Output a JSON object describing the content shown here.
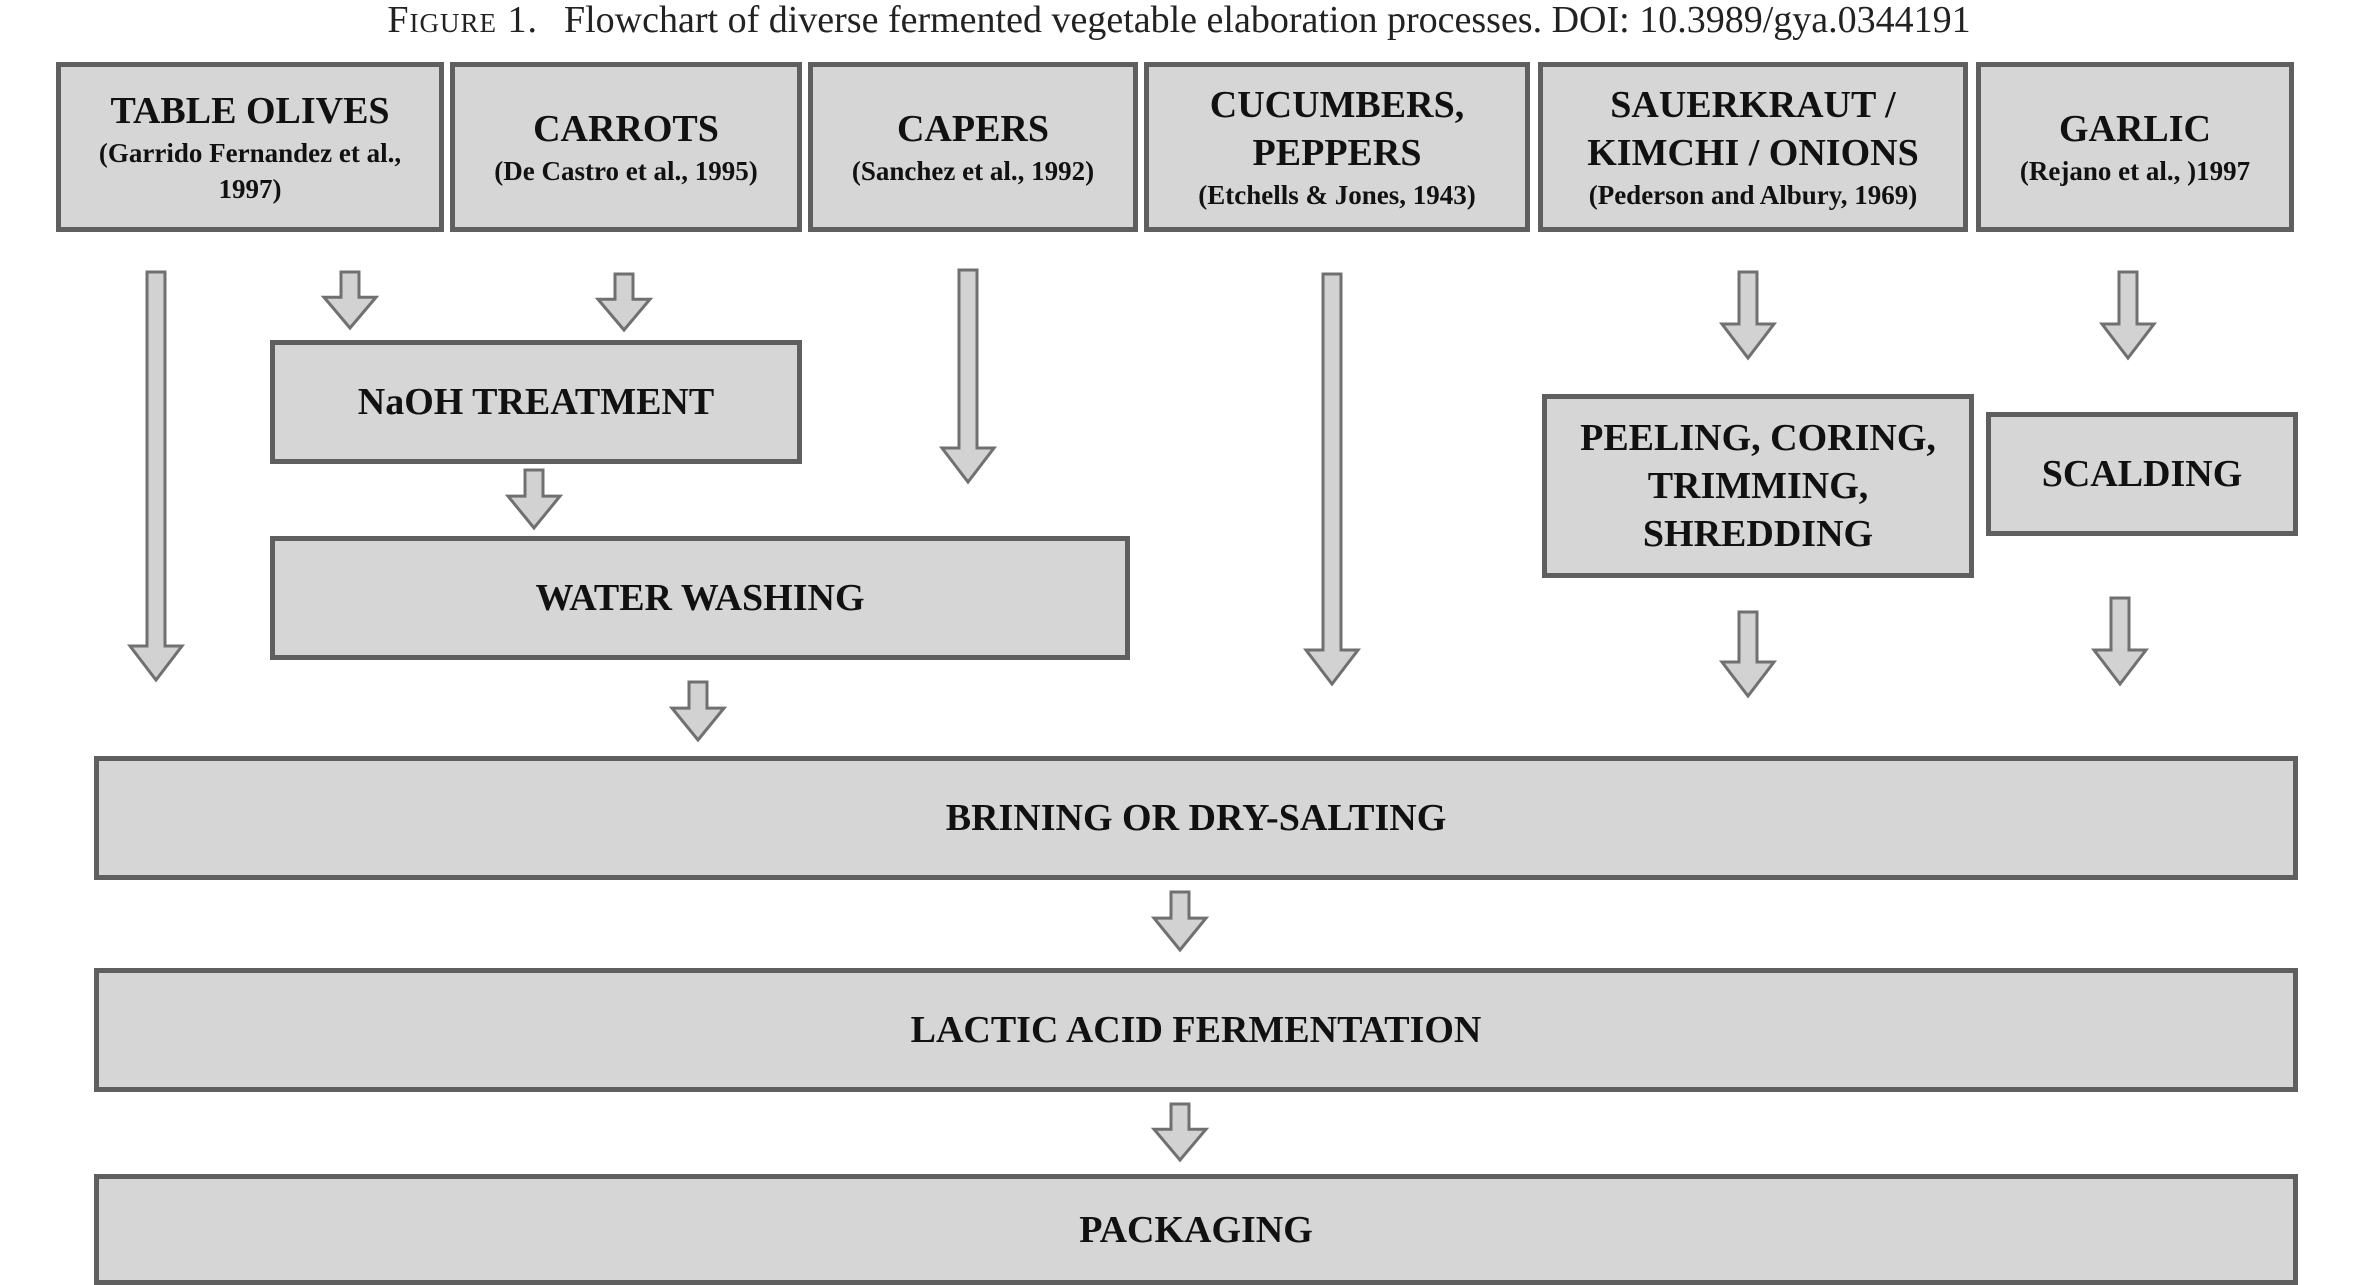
{
  "caption": {
    "figure": "Figure 1.",
    "text": "Flowchart of diverse fermented vegetable elaboration processes. DOI: 10.3989/gya.0344191"
  },
  "sources": [
    {
      "title": "TABLE OLIVES",
      "reference": "(Garrido Fernandez et al., 1997)"
    },
    {
      "title": "CARROTS",
      "reference": "(De Castro et al., 1995)"
    },
    {
      "title": "CAPERS",
      "reference": "(Sanchez et al., 1992)"
    },
    {
      "title": "CUCUMBERS, PEPPERS",
      "reference": "(Etchells & Jones, 1943)"
    },
    {
      "title": "SAUERKRAUT / KIMCHI / ONIONS",
      "reference": "(Pederson and Albury, 1969)"
    },
    {
      "title": "GARLIC",
      "reference": "(Rejano et al., )1997"
    }
  ],
  "steps": {
    "naoh": "NaOH TREATMENT",
    "washing": "WATER WASHING",
    "peeling": "PEELING, CORING, TRIMMING, SHREDDING",
    "scalding": "SCALDING",
    "brining": "BRINING OR DRY-SALTING",
    "fermentation": "LACTIC ACID FERMENTATION",
    "packaging": "PACKAGING"
  },
  "colors": {
    "box_fill": "#d6d6d6",
    "box_border": "#5f5f5f",
    "arrow_fill": "#d2d2d2",
    "arrow_stroke": "#707070"
  }
}
